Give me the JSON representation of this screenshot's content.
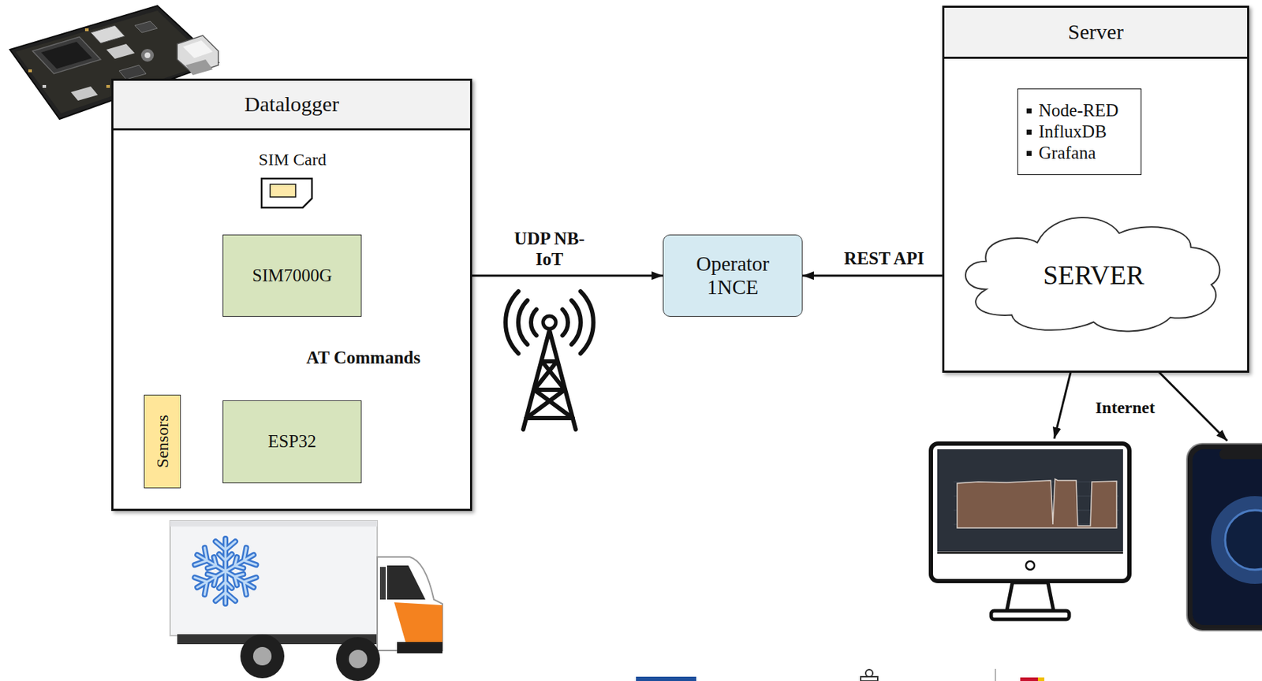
{
  "diagram": {
    "nodes": [
      {
        "text": [
          "Datalogger"
        ]
      },
      {
        "text": [
          "SIM Card"
        ],
        "in": 0
      },
      {
        "text": [
          "SIM7000G"
        ],
        "in": 0
      },
      {
        "text": [
          "Sensors"
        ],
        "in": 0
      },
      {
        "text": [
          "ESP32"
        ],
        "in": 0
      },
      {
        "text": [
          "Operator 1NCE"
        ]
      },
      {
        "text": [
          "Server"
        ]
      },
      {
        "text": [
          "Node-RED",
          "InfluxDB",
          "Grafana"
        ],
        "in": 6
      },
      {
        "text": [
          "SERVER"
        ],
        "in": 6
      }
    ],
    "edges": [
      {
        "from": 1,
        "to": 2,
        "arrow": "to"
      },
      {
        "from": 2,
        "to": 4,
        "label": "AT Commands",
        "arrow": "both"
      },
      {
        "from": 3,
        "to": 4,
        "arrow": "both"
      },
      {
        "from": 2,
        "to": 5,
        "label": "UDP NB-IoT",
        "arrow": "both"
      },
      {
        "from": 5,
        "to": 8,
        "label": "REST API",
        "arrow": "both"
      },
      {
        "from": 7,
        "to": 8,
        "arrow": "to"
      }
    ],
    "labels": [
      "Internet"
    ]
  }
}
